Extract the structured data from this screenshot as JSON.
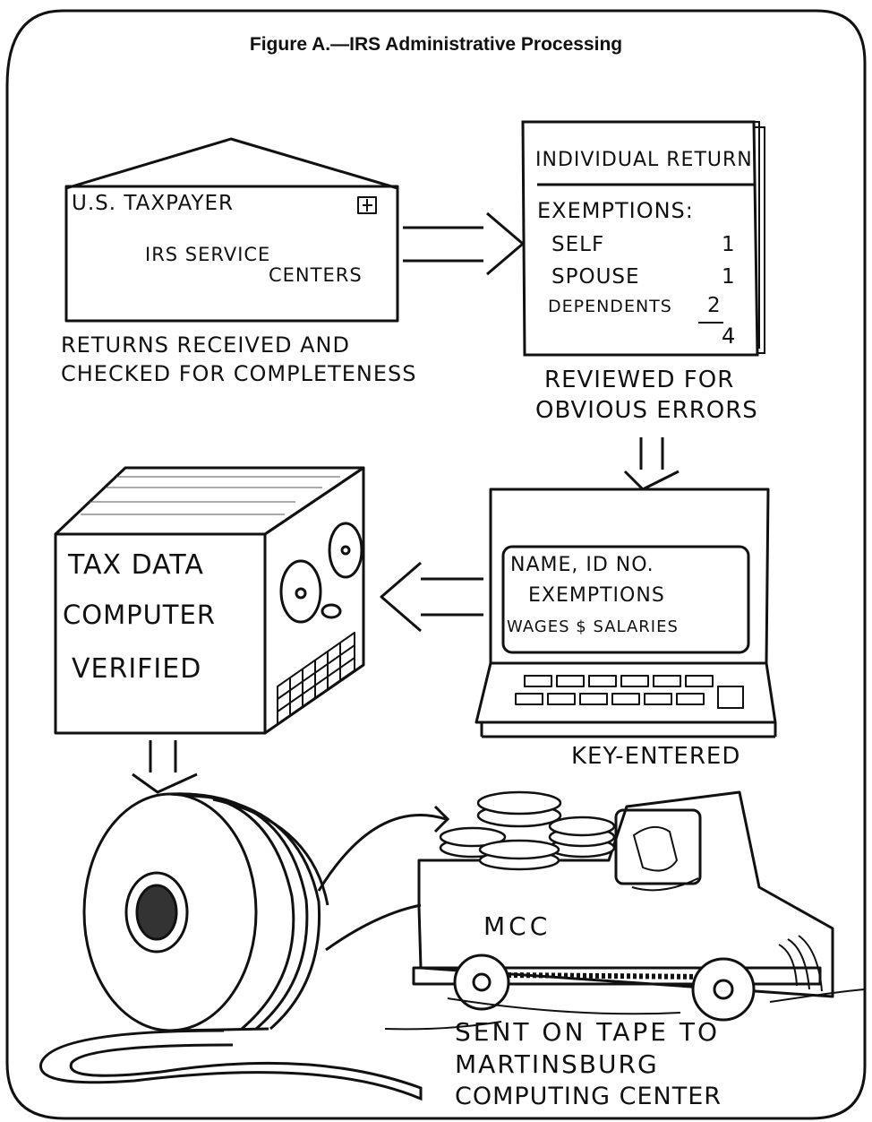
{
  "title": "Figure A.—IRS Administrative Processing",
  "envelope": {
    "sender": "U.S. TAXPAYER",
    "recipient_line1": "IRS SERVICE",
    "recipient_line2": "CENTERS"
  },
  "return_form": {
    "heading": "INDIVIDUAL RETURN",
    "section": "EXEMPTIONS:",
    "rows": [
      {
        "label": "SELF",
        "value": "1"
      },
      {
        "label": "SPOUSE",
        "value": "1"
      },
      {
        "label": "DEPENDENTS",
        "value": "2"
      }
    ],
    "total": "4"
  },
  "terminal_screen": {
    "line1": "NAME, ID NO.",
    "line2": "EXEMPTIONS",
    "line3": "WAGES $ SALARIES"
  },
  "computer_box": {
    "line1": "TAX DATA",
    "line2": "COMPUTER",
    "line3": "VERIFIED"
  },
  "truck_label": "MCC",
  "captions": {
    "received_line1": "RETURNS RECEIVED AND",
    "received_line2": "CHECKED FOR COMPLETENESS",
    "reviewed_line1": "REVIEWED FOR",
    "reviewed_line2": "OBVIOUS ERRORS",
    "keyed": "KEY-ENTERED",
    "sent_line1": "SENT ON TAPE TO",
    "sent_line2": "MARTINSBURG",
    "sent_line3": "COMPUTING CENTER"
  }
}
